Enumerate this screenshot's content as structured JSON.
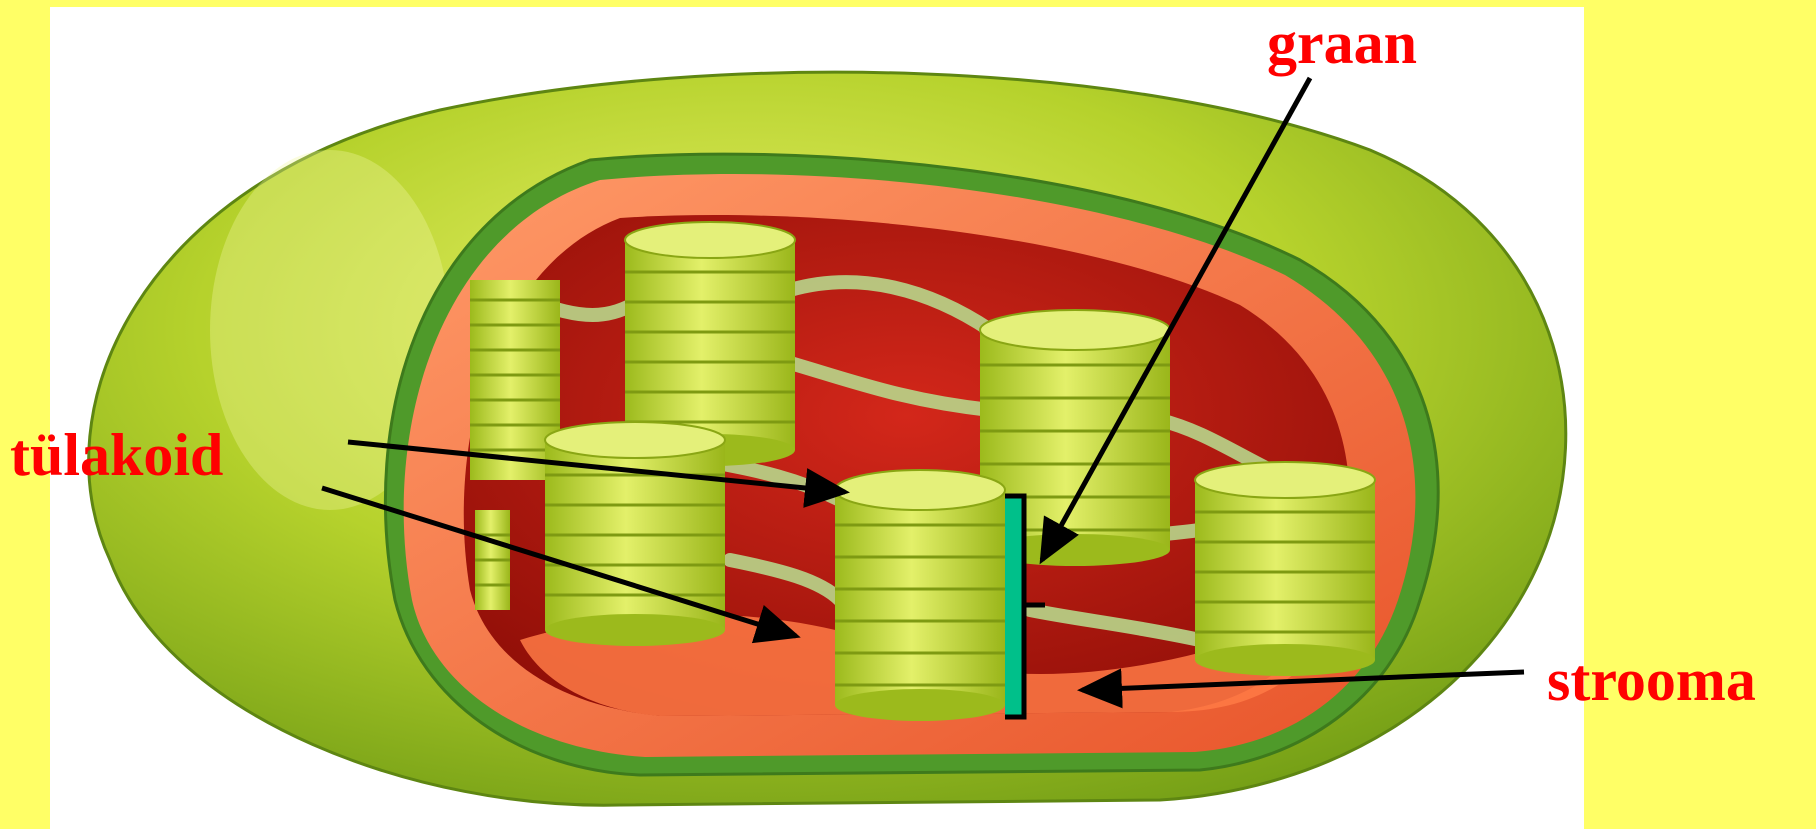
{
  "labels": {
    "granum": "graan",
    "thylakoid": "tülakoid",
    "stroma": "strooma"
  },
  "colors": {
    "background": "#ffff66",
    "panel": "#ffffff",
    "label_text": "#ff0000",
    "bracket": "#00c08a",
    "arrow": "#000000",
    "outer_membrane": "#a6c81a",
    "inner_membrane": "#ff7a45",
    "stroma_fill": "#c11a0c",
    "thylakoid_disc": "#c8de3c"
  },
  "icons": {
    "diagram": "chloroplast-cutaway-illustration",
    "pointer": "arrow-icon"
  }
}
